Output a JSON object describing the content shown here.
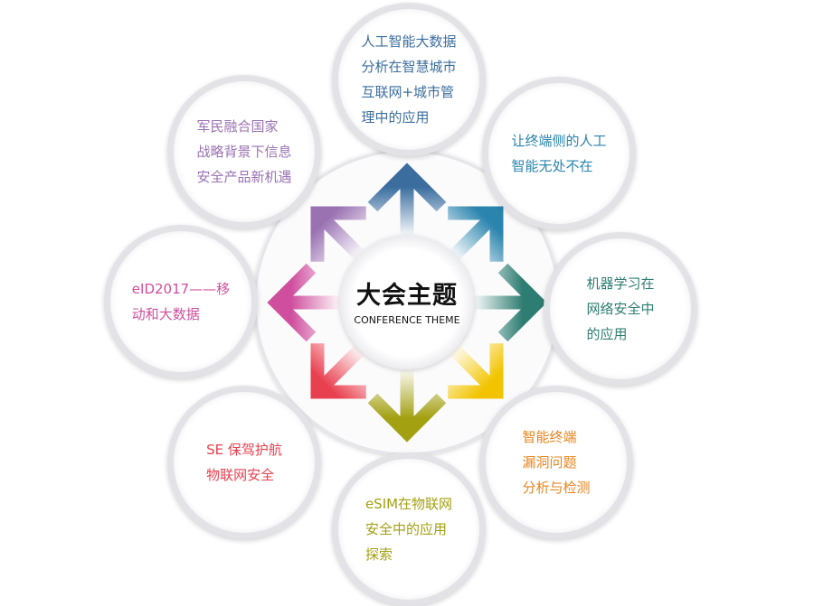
{
  "center": {
    "title": "大会主题",
    "subtitle": "CONFERENCE THEME"
  },
  "topics": [
    {
      "id": "top",
      "lines": [
        "人工智能大数据",
        "分析在智慧城市",
        "互联网+城市管",
        "理中的应用"
      ],
      "color": "#3b6e9e",
      "angle": 0
    },
    {
      "id": "top-right",
      "lines": [
        "让终端侧的人工",
        "智能无处不在"
      ],
      "color": "#2a84ae",
      "angle": 45
    },
    {
      "id": "right",
      "lines": [
        "机器学习在",
        "网络安全中",
        "的应用"
      ],
      "color": "#2e7d72",
      "angle": 90
    },
    {
      "id": "bottom-right",
      "lines": [
        "智能终端",
        "漏洞问题",
        "分析与检测"
      ],
      "color": "#e8841e",
      "arrow_color": "#f2c400",
      "angle": 135
    },
    {
      "id": "bottom",
      "lines": [
        "eSIM在物联网",
        "安全中的应用",
        "探索"
      ],
      "color": "#a3a012",
      "angle": 180
    },
    {
      "id": "bottom-left",
      "lines": [
        "SE 保驾护航",
        "物联网安全"
      ],
      "color": "#e8404f",
      "angle": 225
    },
    {
      "id": "left",
      "lines": [
        "eID2017——移",
        "动和大数据"
      ],
      "color": "#cf4f9e",
      "angle": 270
    },
    {
      "id": "top-left",
      "lines": [
        "军民融合国家",
        "战略背景下信息",
        "安全产品新机遇"
      ],
      "color": "#9a72b2",
      "angle": 315
    }
  ]
}
